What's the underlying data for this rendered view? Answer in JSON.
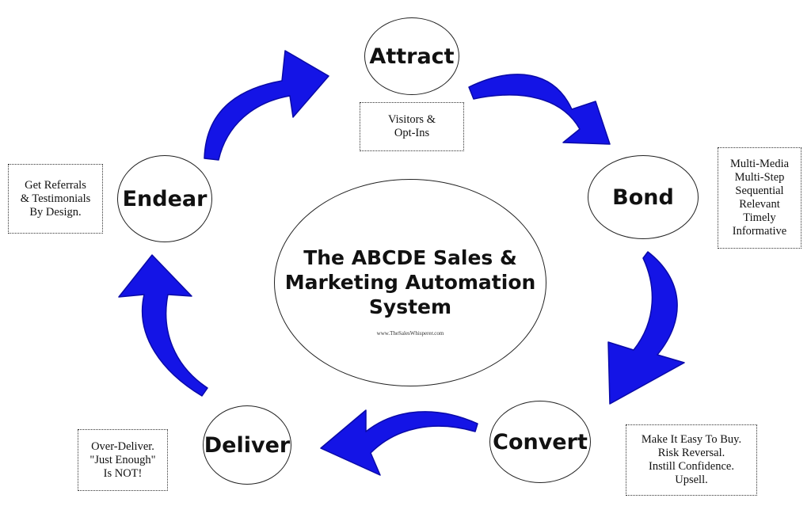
{
  "center": {
    "title": "The ABCDE Sales &\nMarketing Automation\nSystem",
    "url": "www.TheSalesWhisperer.com"
  },
  "stages": {
    "attract": "Attract",
    "bond": "Bond",
    "convert": "Convert",
    "deliver": "Deliver",
    "endear": "Endear"
  },
  "notes": {
    "attract": "Visitors &\nOpt-Ins",
    "bond": "Multi-Media\nMulti-Step\nSequential\nRelevant\nTimely\nInformative",
    "convert": "Make It Easy To Buy.\nRisk Reversal.\nInstill Confidence.\nUpsell.",
    "deliver": "Over-Deliver.\n\"Just Enough\"\nIs NOT!",
    "endear": "Get Referrals\n& Testimonials\nBy Design."
  },
  "colors": {
    "arrow": "#1414e6",
    "arrow_shade": "#0a0aa8"
  }
}
